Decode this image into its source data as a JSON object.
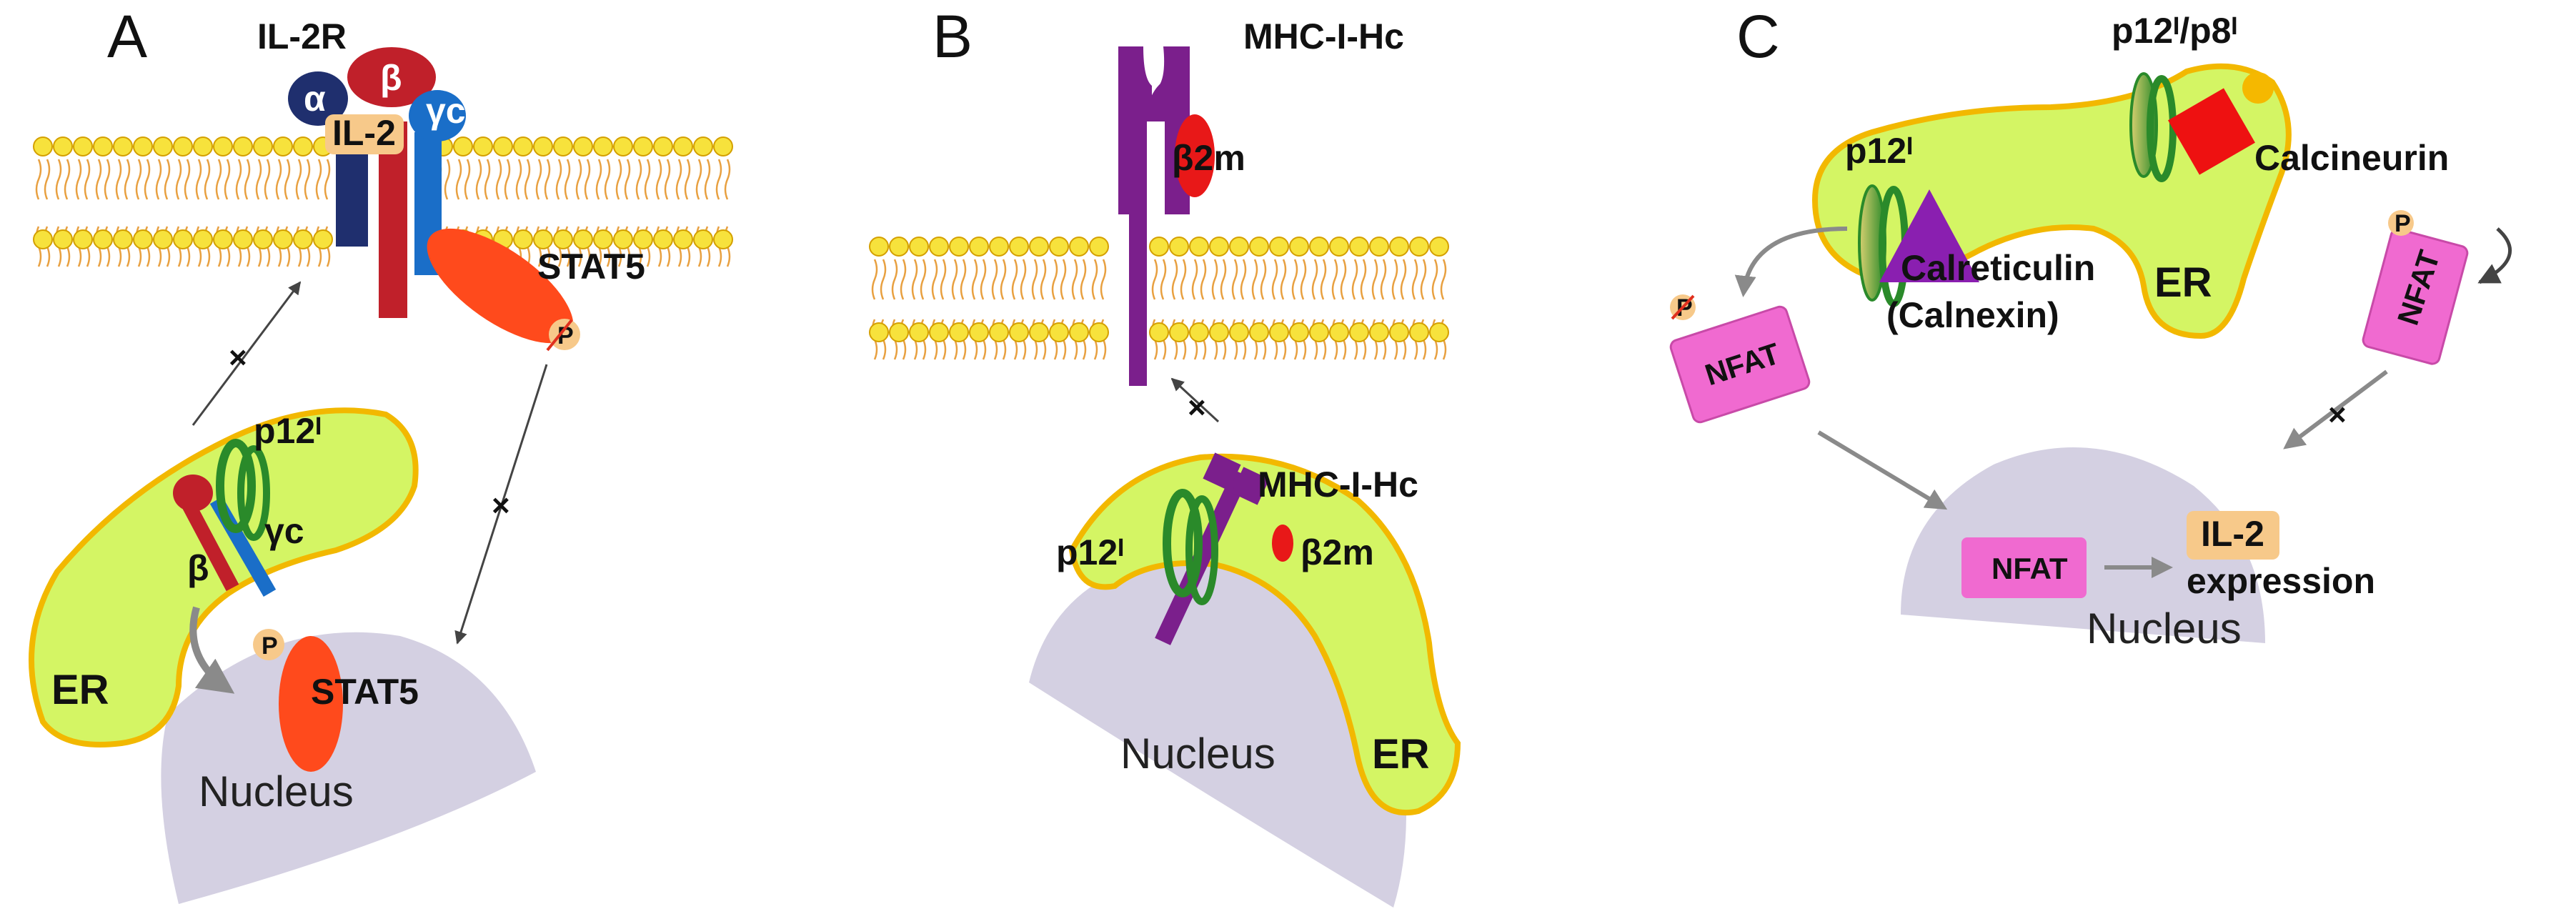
{
  "panels": {
    "A": {
      "letter": "A",
      "receptor": "IL-2R",
      "alpha": "α",
      "beta": "β",
      "gamma_c": "γc",
      "il2": "IL-2",
      "stat5_membrane": "STAT5",
      "p12": "p12ᴵ",
      "gamma_c_er": "γc",
      "beta_er": "β",
      "er": "ER",
      "p_badge": "P",
      "stat5_nucleus": "STAT5",
      "nucleus": "Nucleus",
      "blocked_mark": "×"
    },
    "B": {
      "letter": "B",
      "mhc_top": "MHC-I-Hc",
      "b2m_top": "β2m",
      "mhc_er": "MHC-I-Hc",
      "p12": "p12ᴵ",
      "b2m_er": "β2m",
      "nucleus": "Nucleus",
      "er": "ER",
      "blocked_mark": "×"
    },
    "C": {
      "letter": "C",
      "p12_p8": "p12ᴵ/p8ᴵ",
      "p12": "p12ᴵ",
      "calcineurin": "Calcineurin",
      "calreticulin": "Calreticulin",
      "calnexin": "(Calnexin)",
      "er": "ER",
      "nfat_left": "NFAT",
      "nfat_right": "NFAT",
      "nfat_nucleus": "NFAT",
      "p_badge": "P",
      "il2": "IL-2",
      "expression": "expression",
      "nucleus": "Nucleus",
      "blocked_mark": "×"
    }
  },
  "colors": {
    "er_fill": "#d4f564",
    "er_border": "#f2b800",
    "membrane_head": "#f7e23c",
    "membrane_head_border": "#d4a000",
    "membrane_tail": "#e8a040",
    "nucleus": "#d4d0e2",
    "alpha": "#1f2f6e",
    "beta": "#c0202a",
    "gamma_c": "#1a6ec8",
    "il2": "#f7c98a",
    "stat5": "#ff4a1c",
    "p12_green": "#2a8a2a",
    "mhc": "#7b1f8c",
    "b2m": "#e81818",
    "calcineurin": "#ee1111",
    "calcineurin_head": "#f5b800",
    "calreticulin": "#8a1fb0",
    "nfat": "#f06ad0",
    "arrow_gray": "#8a8a8a",
    "block_red": "#e0301e"
  }
}
